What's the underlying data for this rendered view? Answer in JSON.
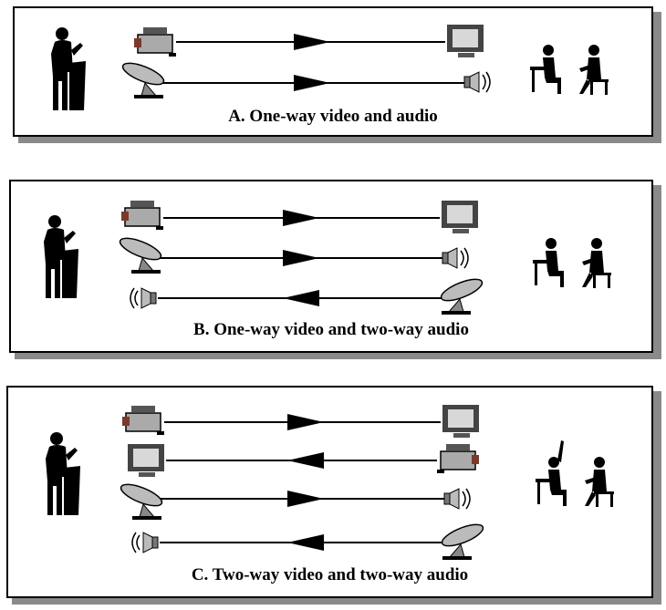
{
  "panels": [
    {
      "id": "A",
      "caption": "A.  One-way video and audio",
      "channels": [
        {
          "type": "video",
          "direction": "to-classroom"
        },
        {
          "type": "audio",
          "direction": "to-classroom"
        }
      ]
    },
    {
      "id": "B",
      "caption": "B.  One-way video and two-way audio",
      "channels": [
        {
          "type": "video",
          "direction": "to-classroom"
        },
        {
          "type": "audio",
          "direction": "to-classroom"
        },
        {
          "type": "audio",
          "direction": "to-instructor"
        }
      ]
    },
    {
      "id": "C",
      "caption": "C.  Two-way video and two-way audio",
      "channels": [
        {
          "type": "video",
          "direction": "to-classroom"
        },
        {
          "type": "video",
          "direction": "to-instructor"
        },
        {
          "type": "audio",
          "direction": "to-classroom"
        },
        {
          "type": "audio",
          "direction": "to-instructor"
        }
      ]
    }
  ],
  "icons": {
    "instructor": "instructor-at-podium-icon",
    "students": "students-at-desks-icon",
    "camera": "video-camera-icon",
    "monitor": "monitor-icon",
    "microphone": "microphone-icon",
    "speaker": "speaker-icon"
  }
}
